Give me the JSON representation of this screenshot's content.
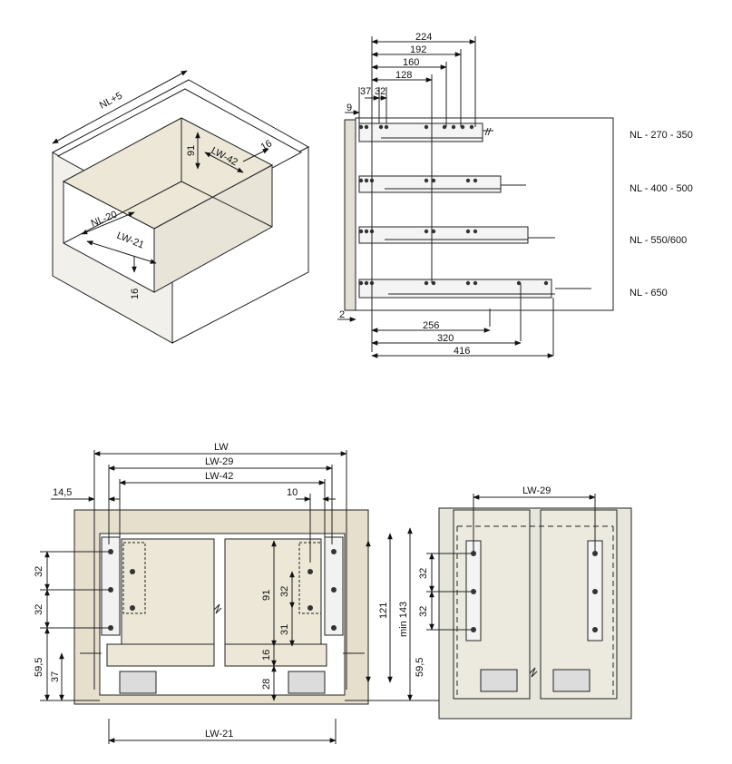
{
  "cabinet": {
    "nl_plus_5": "NL+5",
    "nl_minus_20": "NL-20",
    "lw_minus_21": "LW-21",
    "lw_minus_42": "LW-42",
    "h91": "91",
    "t16a": "16",
    "t16b": "16"
  },
  "runners": {
    "top_dims": [
      "224",
      "192",
      "160",
      "128"
    ],
    "d37": "37",
    "d32": "32",
    "d9": "9",
    "d2": "2",
    "bottom_dims": [
      "256",
      "320",
      "416"
    ],
    "lengths": [
      "NL - 270 - 350",
      "NL - 400 - 500",
      "NL - 550/600",
      "NL - 650"
    ]
  },
  "front": {
    "lw": "LW",
    "lw29": "LW-29",
    "lw42": "LW-42",
    "d14_5": "14,5",
    "d10": "10",
    "v32a": "32",
    "v32b": "32",
    "v59_5": "59,5",
    "v37": "37",
    "v91": "91",
    "v32c": "32",
    "v31": "31",
    "v16": "16",
    "v28": "28",
    "v121": "121",
    "vmin143": "min 143",
    "v59_5r": "59,5",
    "lw21": "LW-21"
  },
  "rear": {
    "lw29": "LW-29",
    "v32a": "32",
    "v32b": "32"
  }
}
